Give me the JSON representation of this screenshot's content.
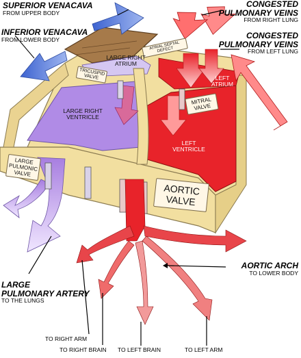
{
  "labels": {
    "superior_venacava": {
      "title": "SUPERIOR VENACAVA",
      "sub": "FROM UPPER BODY"
    },
    "inferior_venacava": {
      "title": "INFERIOR VENACAVA",
      "sub": "FROM LOWER BODY"
    },
    "congested_right": {
      "title_line1": "CONGESTED",
      "title_line2": "PULMONARY VEINS",
      "sub": "FROM RIGHT LUNG"
    },
    "congested_left": {
      "title_line1": "CONGESTED",
      "title_line2": "PULMONARY VEINS",
      "sub": "FROM LEFT LUNG"
    },
    "aortic_arch": {
      "title": "AORTIC ARCH",
      "sub": "TO LOWER BODY"
    },
    "pulmonary_artery": {
      "title_line1": "LARGE",
      "title_line2": "PULMONARY ARTERY",
      "sub": "TO THE LUNGS"
    },
    "to_right_arm": "TO RIGHT ARM",
    "to_right_brain": "TO RIGHT BRAIN",
    "to_left_brain": "TO LEFT BRAIN",
    "to_left_arm": "TO LEFT ARM"
  },
  "chambers": {
    "large_right_atrium": "LARGE RIGHT ATRIUM",
    "atrial_septal_defect": "ATRIAL SEPTAL DEFECT",
    "tricuspid_valve": "TRICUSPID VALVE",
    "left_atrium": "LEFT ATRIUM",
    "mitral_valve": "MITRAL VALVE",
    "large_right_ventricle": "LARGE RIGHT VENTRICLE",
    "left_ventricle": "LEFT VENTRICLE",
    "large_pulmonic_valve": "LARGE PULMONIC VALVE",
    "aortic_valve": "AORTIC VALVE"
  },
  "colors": {
    "oxygen_poor": "#4a74d6",
    "oxygen_rich": "#e8232a",
    "mixed": "#b58be6",
    "wall": "#f2dfa0",
    "arrow_line": "#000000"
  }
}
